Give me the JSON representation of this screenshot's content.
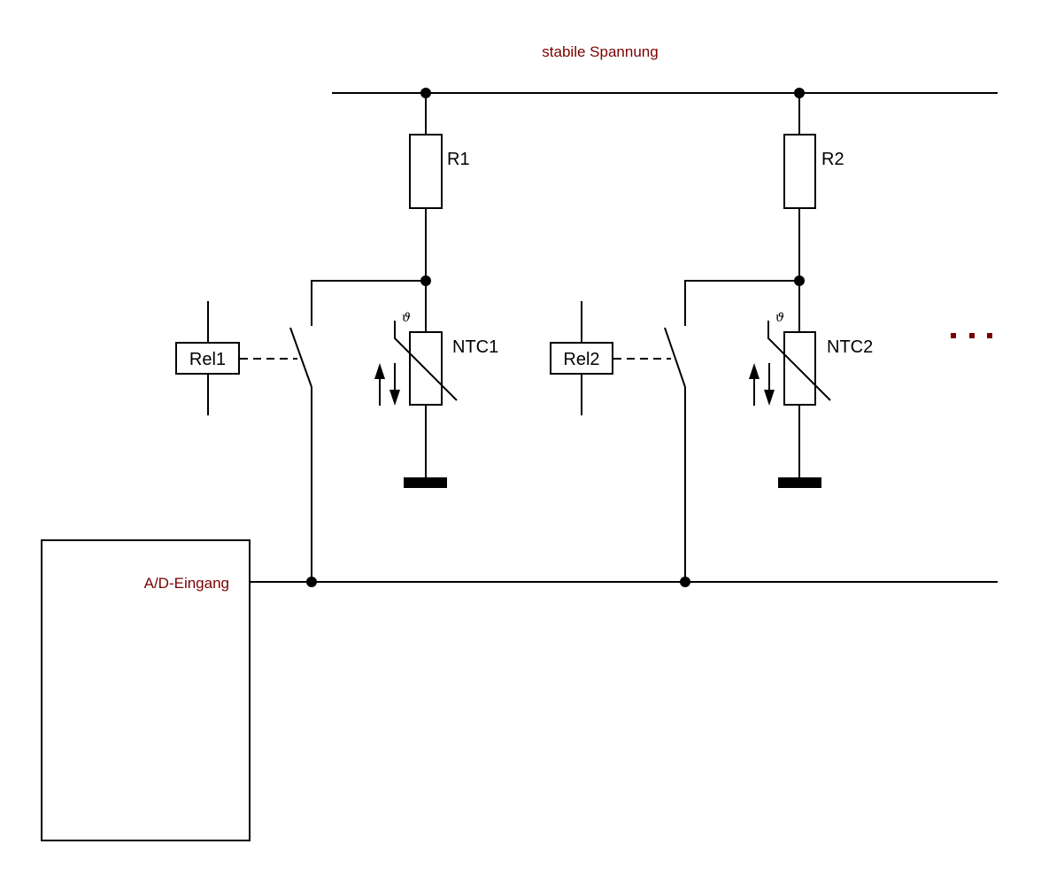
{
  "diagram": {
    "supply_label": "stabile Spannung",
    "adc_label": "A/D-Eingang",
    "continuation": "...",
    "text_color": "#7a0000",
    "channels": [
      {
        "resistor": "R1",
        "ntc": "NTC1",
        "relay": "Rel1",
        "temp_symbol": "ϑ"
      },
      {
        "resistor": "R2",
        "ntc": "NTC2",
        "relay": "Rel2",
        "temp_symbol": "ϑ"
      }
    ]
  }
}
